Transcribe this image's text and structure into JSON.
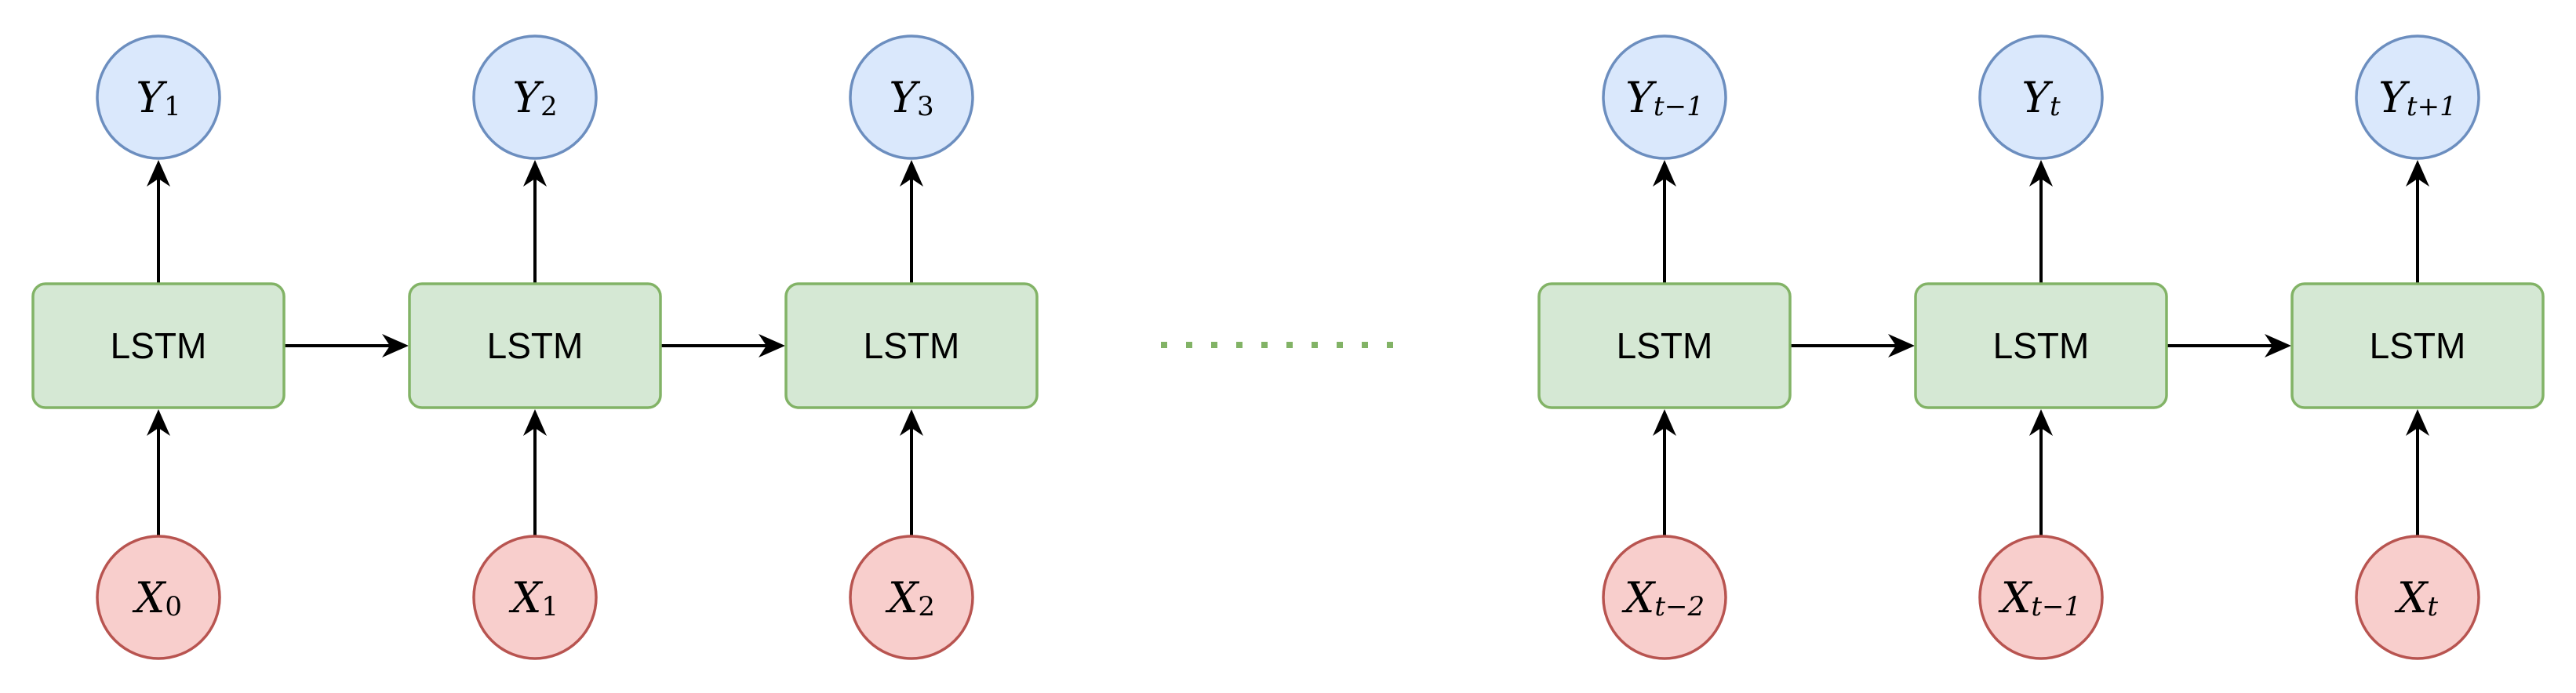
{
  "diagram": {
    "cell_label": "LSTM",
    "colors": {
      "cell_fill": "#d5e8d4",
      "cell_stroke": "#82b366",
      "output_fill": "#dae8fc",
      "output_stroke": "#6c8ebf",
      "input_fill": "#f8cecc",
      "input_stroke": "#b85450",
      "arrow": "#000000",
      "ellipsis": "#82b366"
    },
    "cells": [
      {
        "cell": "LSTM",
        "input": {
          "base": "X",
          "sub": "0"
        },
        "output": {
          "base": "Y",
          "sub": "1"
        }
      },
      {
        "cell": "LSTM",
        "input": {
          "base": "X",
          "sub": "1"
        },
        "output": {
          "base": "Y",
          "sub": "2"
        }
      },
      {
        "cell": "LSTM",
        "input": {
          "base": "X",
          "sub": "2"
        },
        "output": {
          "base": "Y",
          "sub": "3"
        }
      },
      {
        "cell": "LSTM",
        "input": {
          "base": "X",
          "sub": "t−2"
        },
        "output": {
          "base": "Y",
          "sub": "t−1"
        }
      },
      {
        "cell": "LSTM",
        "input": {
          "base": "X",
          "sub": "t−1"
        },
        "output": {
          "base": "Y",
          "sub": "t"
        }
      },
      {
        "cell": "LSTM",
        "input": {
          "base": "X",
          "sub": "t"
        },
        "output": {
          "base": "Y",
          "sub": "t+1"
        }
      }
    ]
  }
}
